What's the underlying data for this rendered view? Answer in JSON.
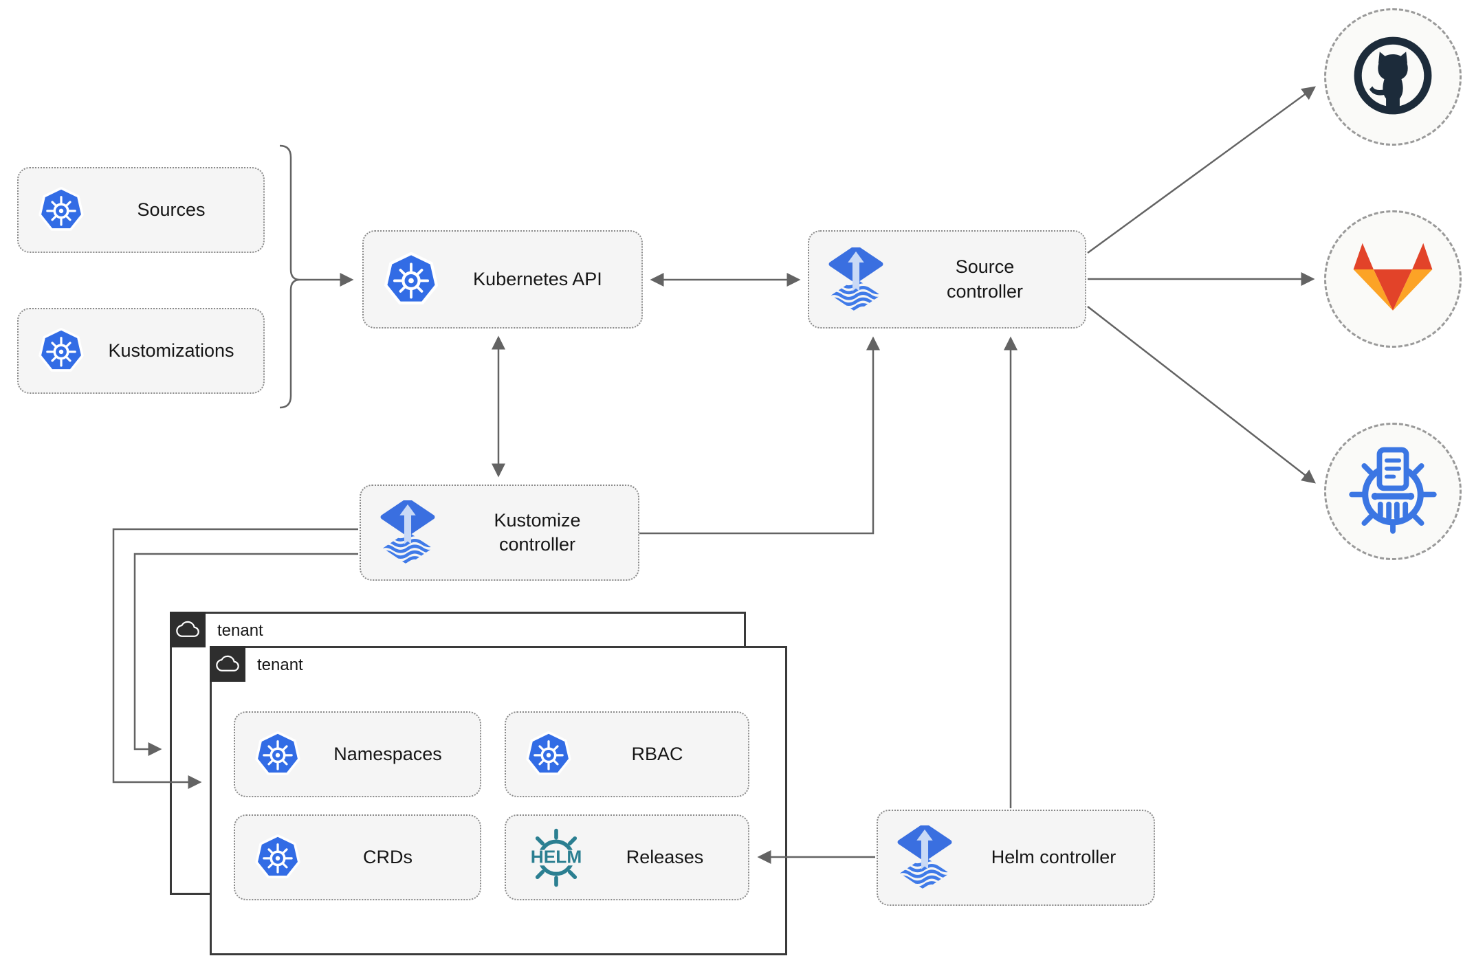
{
  "nodes": {
    "sources": {
      "label": "Sources",
      "icon": "kubernetes-icon"
    },
    "kustomizations": {
      "label": "Kustomizations",
      "icon": "kubernetes-icon"
    },
    "kubernetes_api": {
      "label": "Kubernetes API",
      "icon": "kubernetes-icon"
    },
    "source_controller": {
      "label": "Source controller",
      "icon": "flux-icon"
    },
    "kustomize_controller": {
      "label": "Kustomize controller",
      "icon": "flux-icon"
    },
    "helm_controller": {
      "label": "Helm controller",
      "icon": "flux-icon"
    },
    "namespaces": {
      "label": "Namespaces",
      "icon": "kubernetes-icon"
    },
    "rbac": {
      "label": "RBAC",
      "icon": "kubernetes-icon"
    },
    "crds": {
      "label": "CRDs",
      "icon": "kubernetes-icon"
    },
    "releases": {
      "label": "Releases",
      "icon": "helm-icon",
      "icon_text": "HELM"
    },
    "tenant_outer": {
      "label": "tenant",
      "icon": "cloud-icon"
    },
    "tenant_inner": {
      "label": "tenant",
      "icon": "cloud-icon"
    }
  },
  "remotes": {
    "github": {
      "icon": "github-icon"
    },
    "gitlab": {
      "icon": "gitlab-icon"
    },
    "chartmuseum": {
      "icon": "chartmuseum-icon"
    }
  },
  "edges": [
    {
      "from": "sources_and_kustomizations_brace",
      "to": "kubernetes_api",
      "arrow": "single"
    },
    {
      "from": "kubernetes_api",
      "to": "source_controller",
      "arrow": "double"
    },
    {
      "from": "kubernetes_api",
      "to": "kustomize_controller",
      "arrow": "double"
    },
    {
      "from": "kustomize_controller",
      "to": "source_controller",
      "arrow": "single"
    },
    {
      "from": "kustomize_controller",
      "to": "tenant_outer",
      "arrow": "single"
    },
    {
      "from": "kustomize_controller",
      "to": "tenant_inner",
      "arrow": "single"
    },
    {
      "from": "helm_controller",
      "to": "source_controller",
      "arrow": "single"
    },
    {
      "from": "helm_controller",
      "to": "releases",
      "arrow": "single"
    },
    {
      "from": "source_controller",
      "to": "github",
      "arrow": "single"
    },
    {
      "from": "source_controller",
      "to": "gitlab",
      "arrow": "single"
    },
    {
      "from": "source_controller",
      "to": "chartmuseum",
      "arrow": "single"
    }
  ],
  "colors": {
    "box_fill": "#f5f5f5",
    "box_border": "#8a8a8a",
    "arrow_gray": "#636363",
    "tenant_border": "#3a3a3a",
    "tenant_square": "#2e2e2e",
    "kubernetes_blue": "#326ce5",
    "flux_blue": "#3a6fe0",
    "flux_light_blue": "#c9d9f6",
    "helm_teal": "#2b7f91",
    "github_dark": "#1c2b3a",
    "gitlab_dark_orange": "#e24329",
    "gitlab_light_orange": "#fca326",
    "chartmuseum_blue": "#3b76e3",
    "remote_circle_fill": "#fafaf8"
  }
}
